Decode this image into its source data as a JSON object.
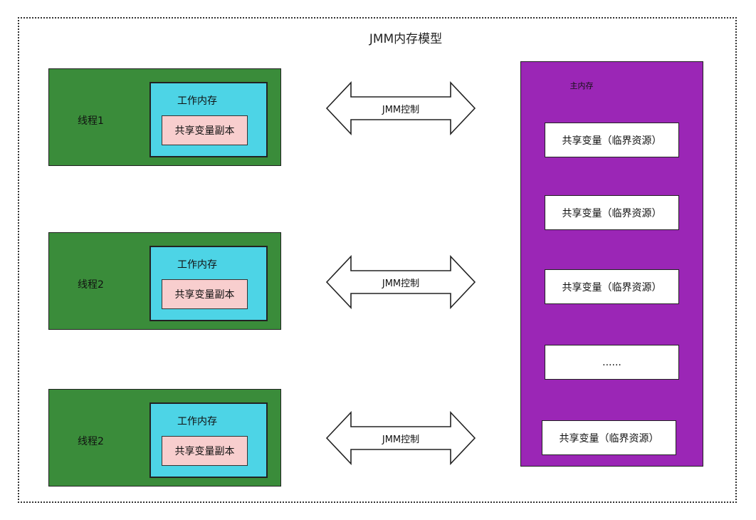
{
  "title": "JMM内存模型",
  "threads": [
    {
      "label": "线程1",
      "work_memory": "工作内存",
      "copy": "共享变量副本"
    },
    {
      "label": "线程2",
      "work_memory": "工作内存",
      "copy": "共享变量副本"
    },
    {
      "label": "线程2",
      "work_memory": "工作内存",
      "copy": "共享变量副本"
    }
  ],
  "arrows": [
    {
      "label": "JMM控制"
    },
    {
      "label": "JMM控制"
    },
    {
      "label": "JMM控制"
    }
  ],
  "main_memory": {
    "label": "主内存",
    "items": [
      "共享变量（临界资源）",
      "共享变量（临界资源）",
      "共享变量（临界资源）",
      "......",
      "共享变量（临界资源）"
    ]
  },
  "colors": {
    "thread": "#3a8c3a",
    "work_memory": "#4dd4e6",
    "copy": "#f8cece",
    "main_memory": "#9b26b6"
  }
}
